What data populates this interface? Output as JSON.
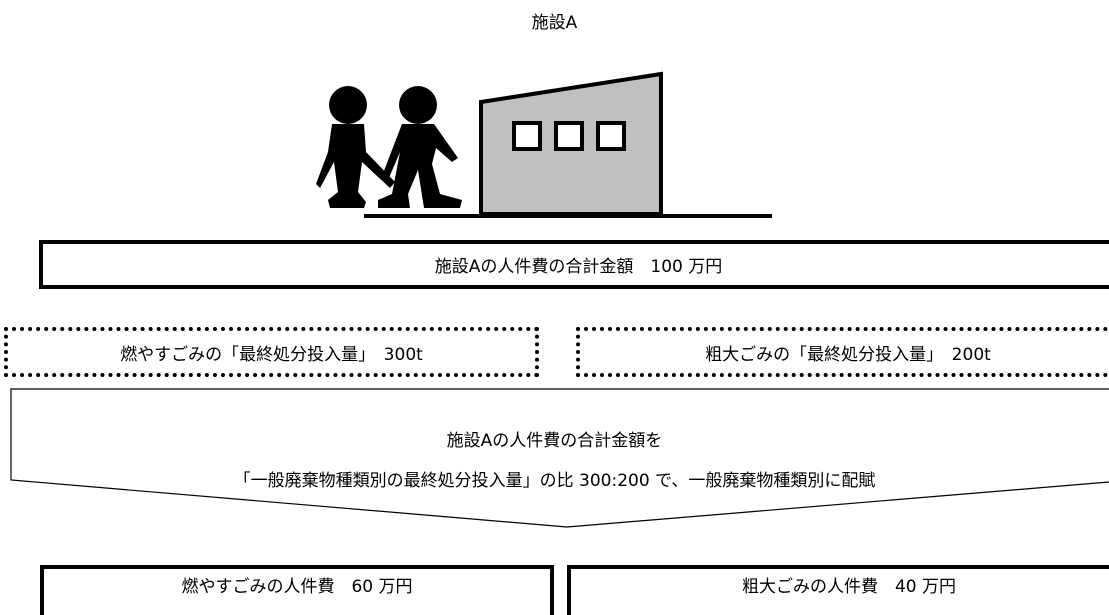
{
  "facility": {
    "title": "施設A"
  },
  "illustration": {
    "people_icon": "people-holding-hands-icon",
    "building_icon": "facility-building-icon"
  },
  "total": {
    "label": "施設Aの人件費の合計金額　100 万円"
  },
  "inputs": {
    "burnable": "燃やすごみの「最終処分投入量」　300t",
    "bulky": "粗大ごみの「最終処分投入量」　200t"
  },
  "allocation": {
    "line1": "施設Aの人件費の合計金額を",
    "line2": "「一般廃棄物種類別の最終処分投入量」の比 300:200 で、一般廃棄物種類別に配賦"
  },
  "results": {
    "burnable": "燃やすごみの人件費　60 万円",
    "bulky": "粗大ごみの人件費　40 万円"
  },
  "colors": {
    "line": "#000000",
    "building_fill": "#c0c0c0"
  }
}
